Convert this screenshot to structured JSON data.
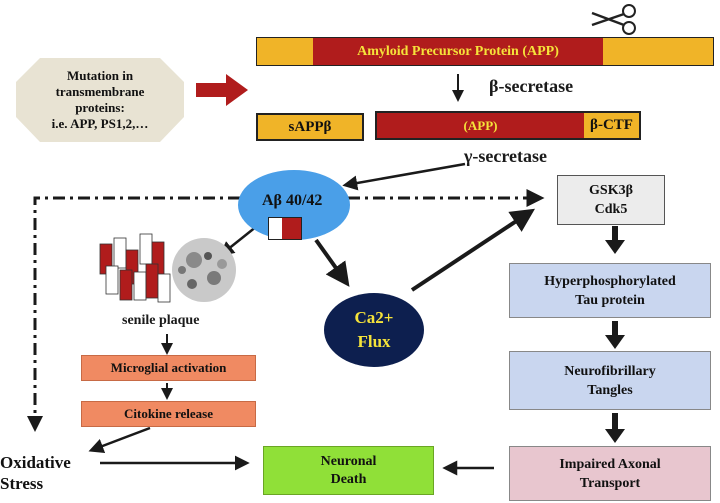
{
  "mutation_box": {
    "line1": "Mutation in",
    "line2": "transmembrane",
    "line3": "proteins:",
    "line4": "i.e. APP, PS1,2,…"
  },
  "app_bar": {
    "label": "Amyloid Precursor Protein (APP)"
  },
  "beta_secretase": "β-secretase",
  "sappb": "sAPPβ",
  "app_fragment": {
    "app": "(APP)",
    "ctf": "β-CTF"
  },
  "gamma_secretase": "γ-secretase",
  "abeta": "Aβ 40/42",
  "gsk": {
    "line1": "GSK3β",
    "line2": "Cdk5"
  },
  "senile_plaque": "senile plaque",
  "calcium": {
    "line1": "Ca2+",
    "line2": "Flux"
  },
  "hyper_tau": {
    "line1": "Hyperphosphorylated",
    "line2": "Tau protein"
  },
  "microglial": "Microglial activation",
  "cytokine": "Citokine release",
  "tangles": {
    "line1": "Neurofibrillary",
    "line2": "Tangles"
  },
  "oxidative": {
    "line1": "Oxidative",
    "line2": "Stress"
  },
  "neuronal_death": {
    "line1": "Neuronal",
    "line2": "Death"
  },
  "axonal": {
    "line1": "Impaired Axonal",
    "line2": "Transport"
  },
  "colors": {
    "orange": "#f0b428",
    "dark_red": "#b01c1c",
    "beige": "#e8e3d3",
    "blue_ellipse": "#4a9fe8",
    "navy": "#0d1f4f",
    "yellow_text": "#f5e33a",
    "salmon": "#f08a62",
    "green": "#90e038",
    "gray_box": "#ececec",
    "pinkblue": "#c9d6ef",
    "pink": "#e8c6cf"
  },
  "icons": [
    "scissors-icon",
    "red-arrow-icon"
  ]
}
